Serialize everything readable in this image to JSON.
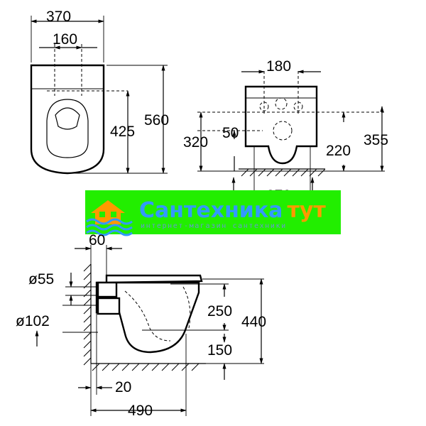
{
  "top_view": {
    "width_total": "370",
    "width_mount": "160",
    "length_total": "560",
    "length_mount": "425"
  },
  "front_view": {
    "mount_spacing": "180",
    "height_upper": "320",
    "pipe_offset": "50",
    "height_outlet": "220",
    "height_total": "355",
    "floor_width": "270"
  },
  "side_view": {
    "top_offset": "60",
    "inlet_diameter": "ø55",
    "outlet_diameter": "ø102",
    "outlet_height": "250",
    "total_height": "440",
    "floor_gap": "150",
    "wall_gap": "20",
    "depth_total": "490"
  },
  "watermark": {
    "brand_part1": "Сантехника",
    "brand_part2": "тут",
    "tagline": "интернет-магазин сантехники",
    "colors": {
      "background": "#22ee00",
      "brand_main": "#3399ff",
      "brand_accent": "#ff9900",
      "tagline": "#6699cc"
    },
    "logo_icon": "house-waves-logo"
  }
}
